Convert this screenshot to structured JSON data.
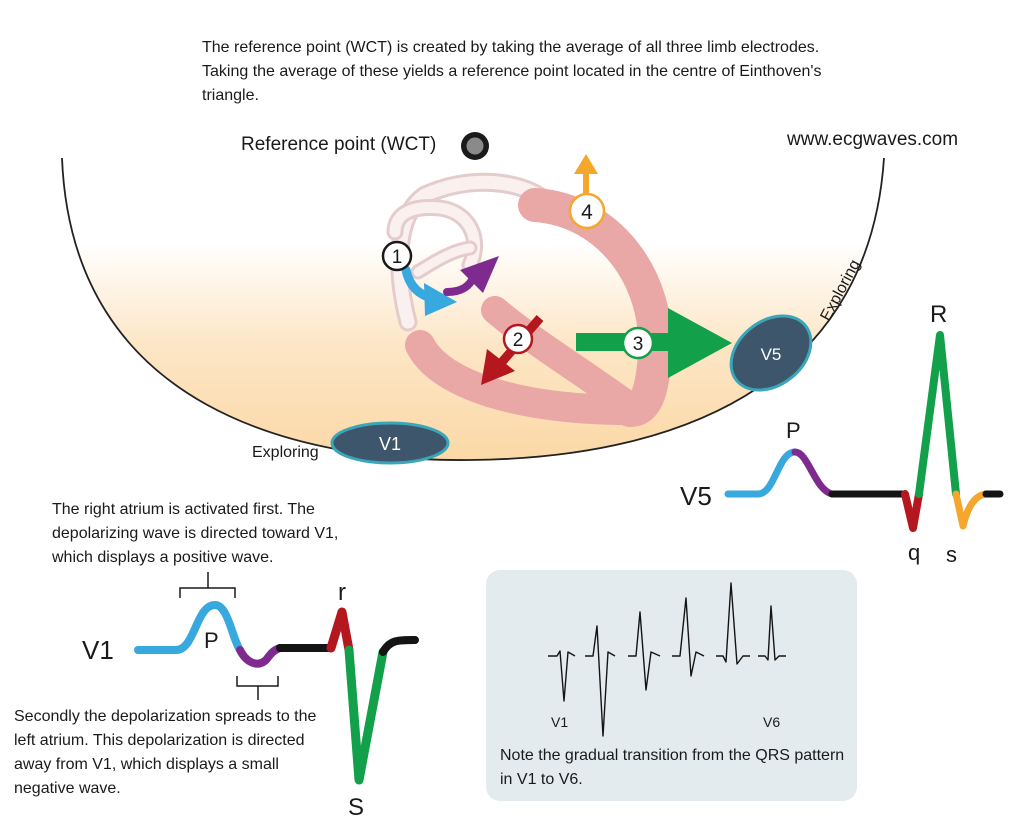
{
  "intro_text": "The reference point (WCT) is created by taking the average of all three limb electrodes. Taking the average of these yields a reference point located in the centre of Einthoven's triangle.",
  "reference_point_label": "Reference point (WCT)",
  "website": "www.ecgwaves.com",
  "electrodes": {
    "v1": {
      "label": "V1",
      "role_label": "Exploring"
    },
    "v5": {
      "label": "V5",
      "role_label": "Exploring"
    }
  },
  "vectors": [
    "1",
    "2",
    "3",
    "4"
  ],
  "v5_trace": {
    "lead_label": "V5",
    "p_label": "P",
    "q_label": "q",
    "r_label": "R",
    "s_label": "s"
  },
  "v1_trace": {
    "lead_label": "V1",
    "p_label": "P",
    "r_label": "r",
    "s_label": "S"
  },
  "note_right_atrium": "The right atrium is activated first. The depolarizing wave is directed toward V1, which displays a positive wave.",
  "note_left_atrium": "Secondly the depolarization spreads to the left atrium. This depolarization is directed away from V1, which displays a small negative wave.",
  "transition_panel": {
    "first_lead_label": "V1",
    "last_lead_label": "V6",
    "note": "Note the gradual transition from the QRS pattern in V1 to V6."
  },
  "colors": {
    "body_fill": "#fbdcae",
    "heart": "#e9a7a5",
    "atria": "#f6e2e2",
    "electrode": "#3d566b",
    "electrode_ring": "#3aa6b9",
    "vector_blue": "#37a9de",
    "vector_purple": "#7e2a8f",
    "vector_red": "#b5171f",
    "vector_green": "#12a04a",
    "vector_orange": "#f4a62d",
    "baseline": "#141414"
  }
}
